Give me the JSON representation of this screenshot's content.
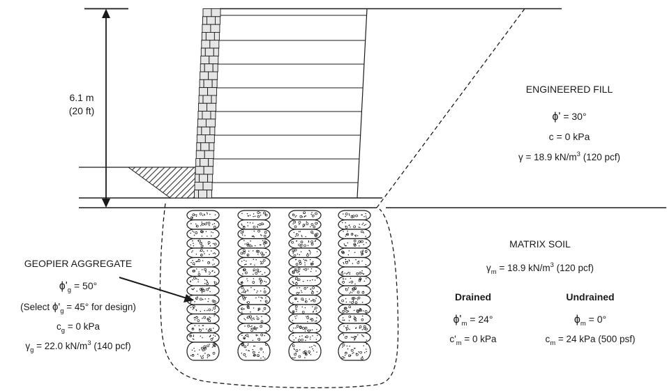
{
  "dimension": {
    "line1": "6.1 m",
    "line2": "(20 ft)"
  },
  "engineered_fill": {
    "title": "ENGINEERED FILL",
    "phi_sym": "ϕ'",
    "phi_val": " = 30°",
    "cohesion": "c = 0 kPa",
    "gamma_a": "γ = 18.9 kN/m",
    "gamma_sup": "3",
    "gamma_b": " (120 pcf)"
  },
  "geopier_aggregate": {
    "title": "GEOPIER AGGREGATE",
    "phi_sym": "ϕ'",
    "phi_sub": "g",
    "phi_val": " = 50°",
    "select_a": "(Select ",
    "select_sym": "ϕ'",
    "select_sub": "g",
    "select_b": " = 45° for design)",
    "c_sym": "c",
    "c_sub": "g",
    "c_val": " = 0 kPa",
    "gamma_sym": "γ",
    "gamma_sub": "g",
    "gamma_a": " = 22.0 kN/m",
    "gamma_sup": "3",
    "gamma_b": " (140 pcf)"
  },
  "matrix_soil": {
    "title": "MATRIX SOIL",
    "gamma_sym": "γ",
    "gamma_sub": "m",
    "gamma_a": " = 18.9 kN/m",
    "gamma_sup": "3",
    "gamma_b": " (120 pcf)",
    "drained": {
      "heading": "Drained",
      "phi_sym": "ϕ'",
      "phi_sub": "m",
      "phi_val": " = 24°",
      "c_sym": "c'",
      "c_sub": "m",
      "c_val": " = 0 kPa"
    },
    "undrained": {
      "heading": "Undrained",
      "phi_sym": "ϕ",
      "phi_sub": "m",
      "phi_val": " = 0°",
      "c_sym": "c",
      "c_sub": "m",
      "c_val": " = 24 kPa (500 psf)"
    }
  },
  "colors": {
    "line": "#1a1a1a",
    "block_fill": "#e6e6e6",
    "background": "#ffffff"
  }
}
